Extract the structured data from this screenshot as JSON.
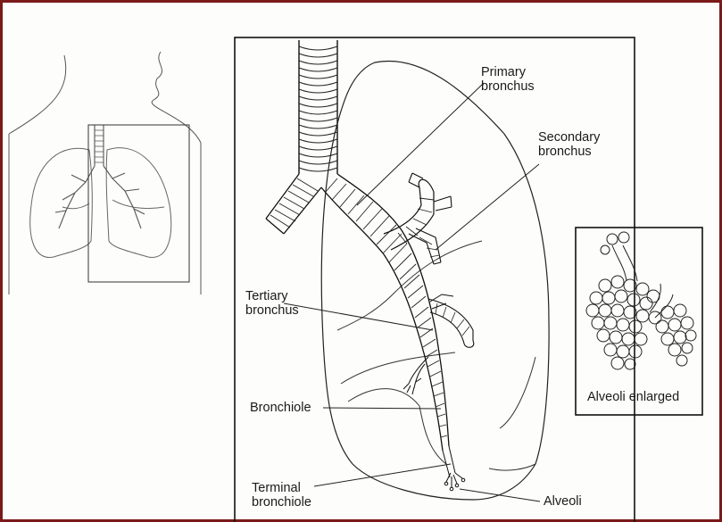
{
  "colors": {
    "border": "#7a1a1a",
    "ink": "#1a1a1a",
    "background": "#fdfdfb"
  },
  "labels": {
    "primary": [
      "Primary",
      "bronchus"
    ],
    "secondary": [
      "Secondary",
      "bronchus"
    ],
    "tertiary": [
      "Tertiary",
      "bronchus"
    ],
    "bronchiole": "Bronchiole",
    "terminal": [
      "Terminal",
      "bronchiole"
    ],
    "alveoli": "Alveoli",
    "alveoli_enlarged": "Alveoli enlarged"
  }
}
